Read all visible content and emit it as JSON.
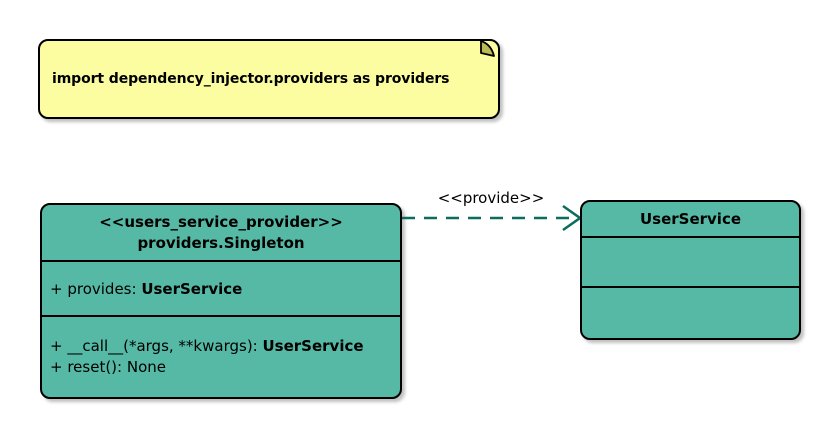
{
  "diagram": {
    "note": {
      "text": "import dependency_injector.providers as providers"
    },
    "edge": {
      "label": "<<provide>>"
    },
    "provider_class": {
      "stereotype": "<<users_service_provider>>",
      "name": "providers.Singleton",
      "attributes": [
        {
          "text": "+ provides: ",
          "type": "UserService"
        }
      ],
      "methods": [
        {
          "text": "+ __call__(*args, **kwargs): ",
          "type": "UserService"
        },
        {
          "text": "+ reset(): None",
          "type": ""
        }
      ]
    },
    "service_class": {
      "name": "UserService"
    },
    "colors": {
      "class_fill": "#55B9A5",
      "class_border": "#000000",
      "note_fill": "#FCFCA0",
      "note_fold": "#BBBB55",
      "edge": "#0B6E5C",
      "text": "#000000"
    }
  }
}
